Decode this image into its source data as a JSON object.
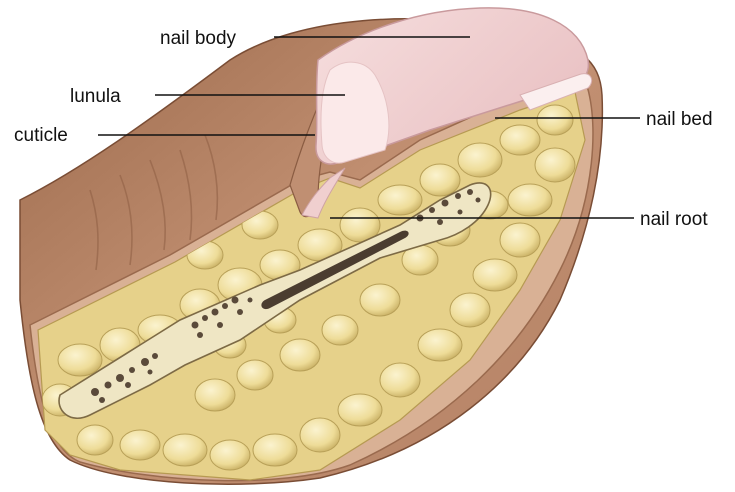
{
  "labels": {
    "nail_body": "nail body",
    "lunula": "lunula",
    "cuticle": "cuticle",
    "nail_bed": "nail bed",
    "nail_root": "nail root"
  },
  "colors": {
    "skin": "#b9876a",
    "skin_dark": "#8e5e43",
    "nail": "#f3d6d6",
    "nail_edge": "#e2b6b8",
    "lunula": "#fbeaea",
    "fat": "#f1e2a6",
    "fat_shadow": "#c9b46c",
    "bone": "#efe6c4",
    "bone_marrow": "#5a4a3a",
    "leader_line": "#111111"
  }
}
